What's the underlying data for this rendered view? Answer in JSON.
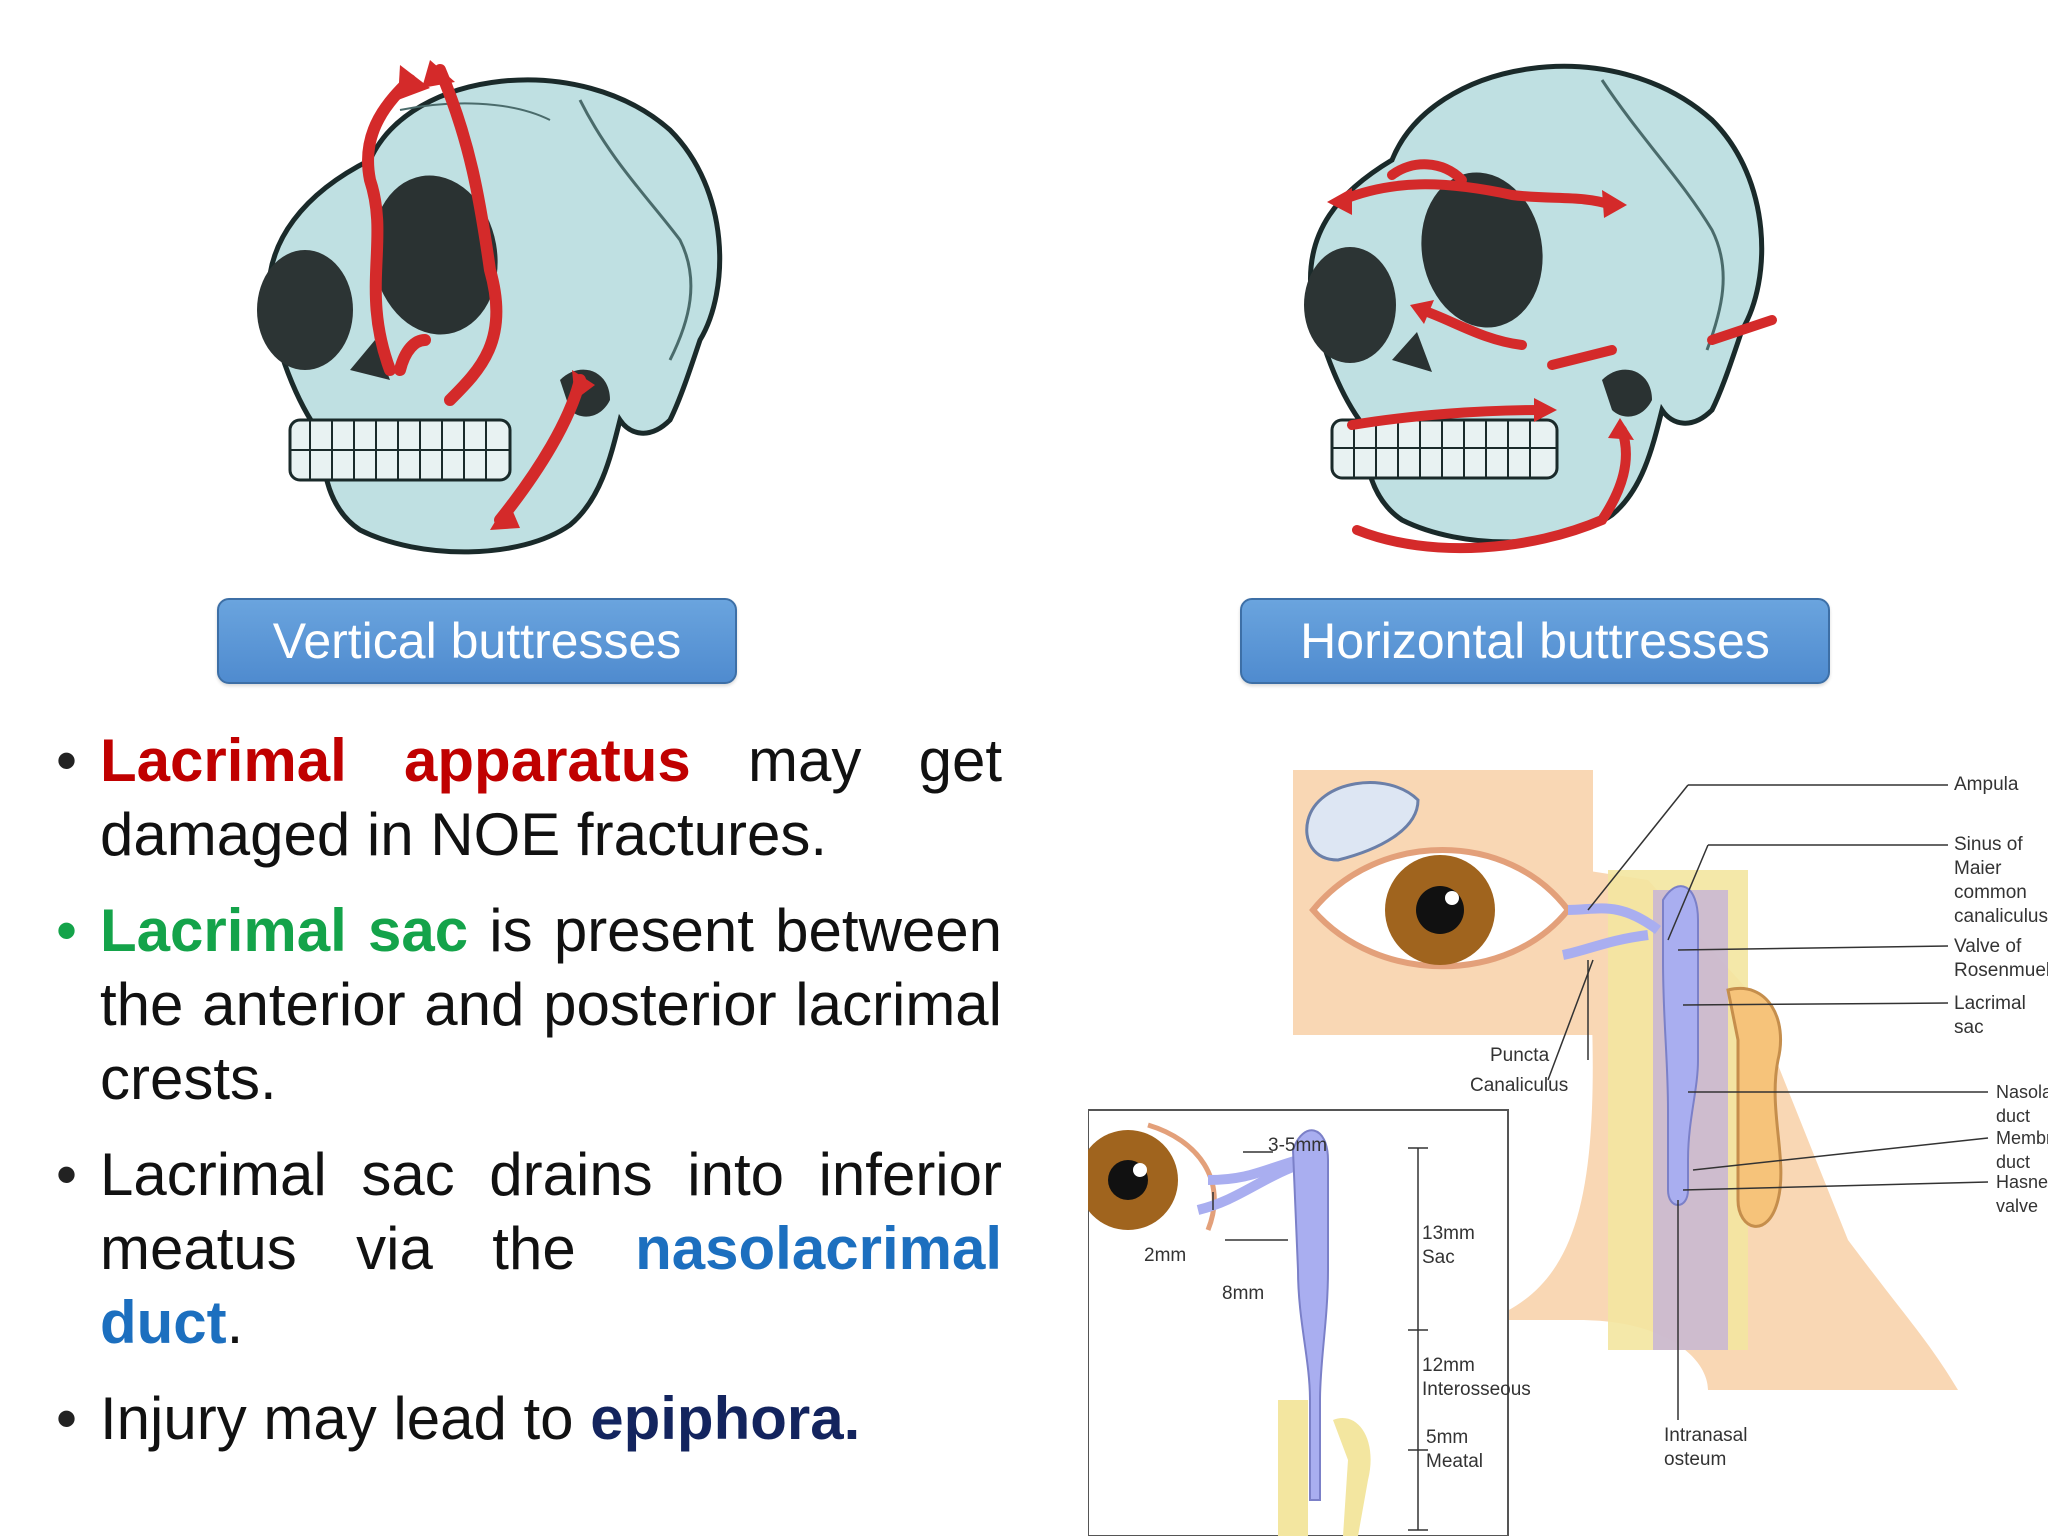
{
  "labels": {
    "vertical": "Vertical buttresses",
    "horizontal": "Horizontal buttresses"
  },
  "bullets": [
    {
      "parts": [
        "Lacrimal",
        "apparatus",
        " may get damaged in NOE fractures."
      ]
    },
    {
      "parts": [
        "Lacrimal sac",
        " is present between the anterior and posterior lacrimal crests."
      ]
    },
    {
      "parts": [
        "Lacrimal sac drains into inferior meatus via the ",
        "nasolacrimal duct",
        "."
      ]
    },
    {
      "parts": [
        "Injury may lead to ",
        "epiphora."
      ]
    }
  ],
  "diagram": {
    "ampula": "Ampula",
    "sinus": [
      "Sinus of Maier",
      "common",
      "canaliculus"
    ],
    "valve": [
      "Valve of",
      "Rosenmueller"
    ],
    "lacrimal_sac": "Lacrimal sac",
    "nasolacrimal_duct": "Nasolacrimal duct",
    "membranous_duct": "Membranous duct",
    "hasner": "Hasner's valve",
    "puncta": "Puncta",
    "canaliculus": "Canaliculus",
    "intranasal": [
      "Intranasal",
      "osteum"
    ],
    "m35": "3-5mm",
    "m2": "2mm",
    "m8": "8mm",
    "m13": [
      "13mm",
      "Sac"
    ],
    "m12": [
      "12mm",
      "Interosseous"
    ],
    "m5": [
      "5mm",
      "Meatal"
    ]
  },
  "colors": {
    "arrow": "#d42a2a",
    "label_bg": "#5b97d5",
    "skull": "#b9dcdf"
  }
}
